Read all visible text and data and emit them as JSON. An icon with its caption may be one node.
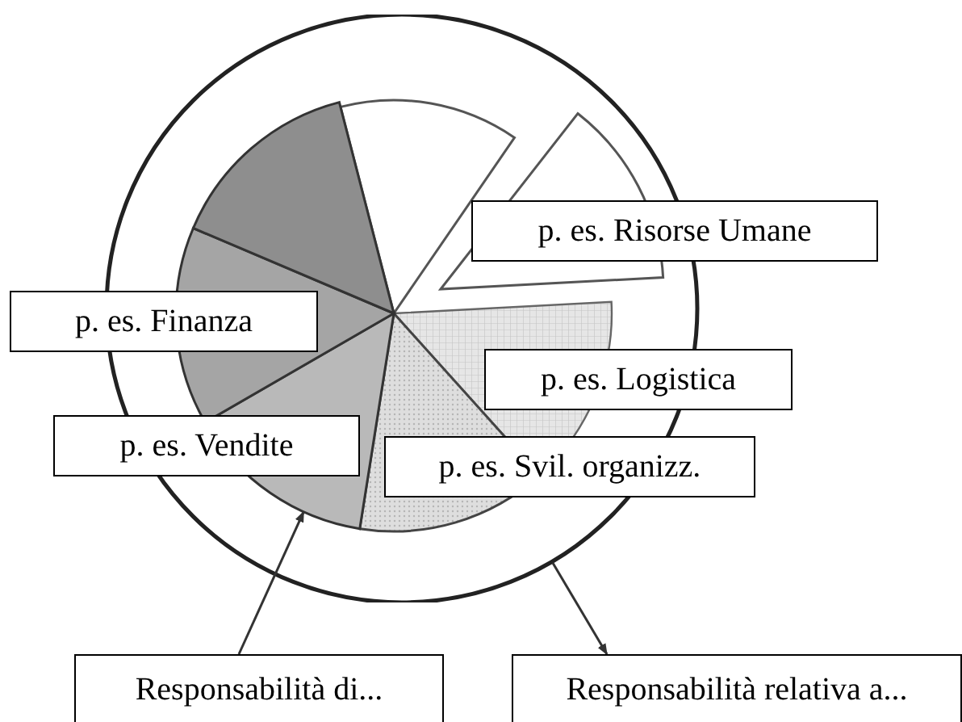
{
  "diagram": {
    "nodes": [
      {
        "text": [],
        "shape": "circle"
      },
      {
        "text": [],
        "shape": "circle",
        "in": 0
      },
      {
        "text": [
          "p. es. Risorse Umane"
        ]
      },
      {
        "text": [
          "p. es. Finanza"
        ]
      },
      {
        "text": [
          "p. es. Logistica"
        ]
      },
      {
        "text": [
          "p. es. Vendite"
        ]
      },
      {
        "text": [
          "p. es. Svil. organizz."
        ]
      },
      {
        "text": [
          "Responsabilità di..."
        ]
      },
      {
        "text": [
          "Responsabilità relativa a..."
        ]
      }
    ],
    "edges": [
      {
        "from": 7,
        "to": 1,
        "arrow": "to"
      },
      {
        "from": 0,
        "to": 8,
        "arrow": "to"
      }
    ]
  }
}
